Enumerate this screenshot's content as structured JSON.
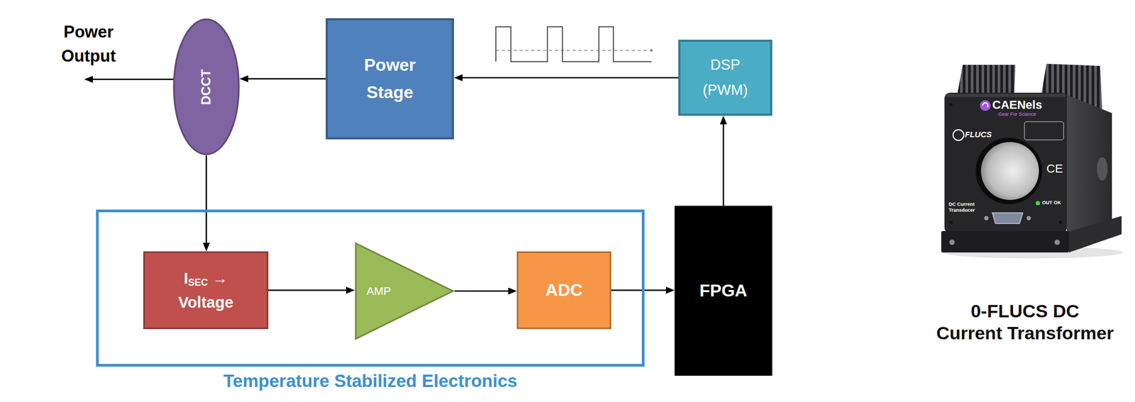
{
  "diagram": {
    "nodes": [
      {
        "text": [
          "DCCT"
        ]
      },
      {
        "text": [
          "Power Stage"
        ]
      },
      {
        "text": [
          "DSP (PWM)"
        ]
      },
      {
        "text": [
          "Temperature Stabilized Electronics"
        ]
      },
      {
        "text": [
          "ISEC → Voltage"
        ],
        "in": 3
      },
      {
        "text": [
          "AMP"
        ],
        "in": 3
      },
      {
        "text": [
          "ADC"
        ],
        "in": 3
      },
      {
        "text": [
          "FPGA"
        ]
      }
    ],
    "edges": [
      {
        "from": 1,
        "to": 0,
        "arrow": "to"
      },
      {
        "from": 2,
        "to": 1,
        "arrow": "to"
      },
      {
        "from": 7,
        "to": 2,
        "arrow": "to"
      },
      {
        "from": 0,
        "to": 4,
        "arrow": "to"
      },
      {
        "from": 4,
        "to": 5,
        "arrow": "to"
      },
      {
        "from": 5,
        "to": 6,
        "arrow": "to"
      },
      {
        "from": 6,
        "to": 7,
        "arrow": "to"
      }
    ],
    "labels": [
      "Power Output",
      "CAENels",
      "Gear For Science",
      "FLUCS",
      "CE",
      "DC Current Transducer",
      "OUT OK",
      "0-FLUCS DC Current Transformer"
    ]
  }
}
